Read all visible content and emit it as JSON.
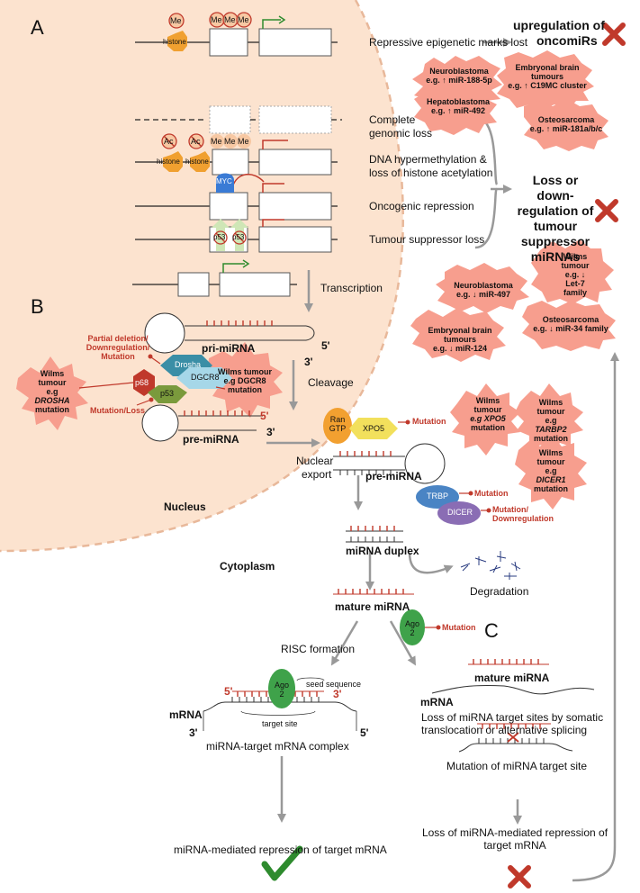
{
  "panels": {
    "a": "A",
    "b": "B",
    "c": "C"
  },
  "compartments": {
    "nucleus": "Nucleus",
    "cytoplasm": "Cytoplasm"
  },
  "section_a": {
    "me": "Me",
    "ac": "Ac",
    "histone": "histone",
    "myc": "MYC",
    "p53": "p53",
    "repressive": "Repressive epigenetic marks lost",
    "genomic_loss_1": "Complete",
    "genomic_loss_2": "genomic loss",
    "hyper_1": "DNA hypermethylation &",
    "hyper_2": "loss of histone acetylation",
    "oncogenic": "Oncogenic repression",
    "tsloss": "Tumour suppressor loss",
    "transcription": "Transcription"
  },
  "oncomirs": {
    "title_1": "upregulation of",
    "title_2": "oncomiRs",
    "neuroblastoma": [
      "Neuroblastoma",
      "e.g. ↑ miR-188-5p"
    ],
    "hepatoblastoma": [
      "Hepatoblastoma",
      "e.g. ↑ miR-492"
    ],
    "embryonal": [
      "Embryonal brain",
      "tumours",
      "e.g. ↑ C19MC cluster"
    ],
    "osteosarcoma": [
      "Osteosarcoma",
      "e.g. ↑ miR-181a/b/c"
    ]
  },
  "tumour_suppressors": {
    "title": [
      "Loss or down-",
      "regulation of",
      "tumour",
      "suppressor",
      "miRNAs"
    ],
    "neuroblastoma": [
      "Neuroblastoma",
      "e.g. ↓ miR-497"
    ],
    "wilms": [
      "Wilms",
      "tumour",
      "e.g. ↓",
      "Let-7",
      "family"
    ],
    "embryonal": [
      "Embryonal brain",
      "tumours",
      "e.g. ↓ miR-124"
    ],
    "osteosarcoma": [
      "Osteosarcoma",
      "e.g. ↓ miR-34 family"
    ]
  },
  "section_b": {
    "pri_mirna": "pri-miRNA",
    "pre_mirna": "pre-miRNA",
    "five_prime": "5'",
    "three_prime": "3'",
    "drosha": "Drosha",
    "dgcr8": "DGCR8",
    "p68": "p68",
    "p53": "p53",
    "partial_deletion": [
      "Partial deletion/",
      "Downregulation/",
      "Mutation"
    ],
    "mutation_loss": "Mutation/Loss",
    "wilms_drosha": [
      "Wilms",
      "tumour",
      "e.g",
      "DROSHA",
      "mutation"
    ],
    "wilms_dgcr8": [
      "Wilms tumour",
      "e.g DGCR8",
      "mutation"
    ],
    "cleavage": "Cleavage",
    "nuclear_export": [
      "Nuclear",
      "export"
    ],
    "ran": [
      "Ran",
      "GTP"
    ],
    "xpo5": "XPO5",
    "mutation": "Mutation",
    "wilms_xpo5": [
      "Wilms",
      "tumour",
      "e.g XPO5",
      "mutation"
    ],
    "wilms_tarbp2": [
      "Wilms",
      "tumour",
      "e.g",
      "TARBP2",
      "mutation"
    ],
    "wilms_dicer1": [
      "Wilms",
      "tumour",
      "e.g",
      "DICER1",
      "mutation"
    ],
    "trbp": "TRBP",
    "dicer": "DICER",
    "mutation_down": [
      "Mutation/",
      "Downregulation"
    ],
    "duplex": "miRNA duplex",
    "degradation": "Degradation",
    "mature": "mature miRNA",
    "ago": [
      "Ago",
      "2"
    ],
    "risc": "RISC formation",
    "seed": "seed sequence",
    "target_site": "target site",
    "mrna": "mRNA",
    "complex": "miRNA-target mRNA complex",
    "repression": "miRNA-mediated repression of target mRNA"
  },
  "section_c": {
    "mature": "mature miRNA",
    "mrna": "mRNA",
    "loss_sites": [
      "Loss of miRNA target sites by somatic",
      "translocation or alternative splicing"
    ],
    "mutation_site": "Mutation of miRNA target site",
    "loss_repression": [
      "Loss of miRNA-mediated repression of",
      "target mRNA"
    ]
  },
  "colors": {
    "nucleus": "#fce3cf",
    "star": "#f79e8e",
    "red": "#c0392b",
    "green": "#2e8b2e",
    "gray": "#999999"
  }
}
